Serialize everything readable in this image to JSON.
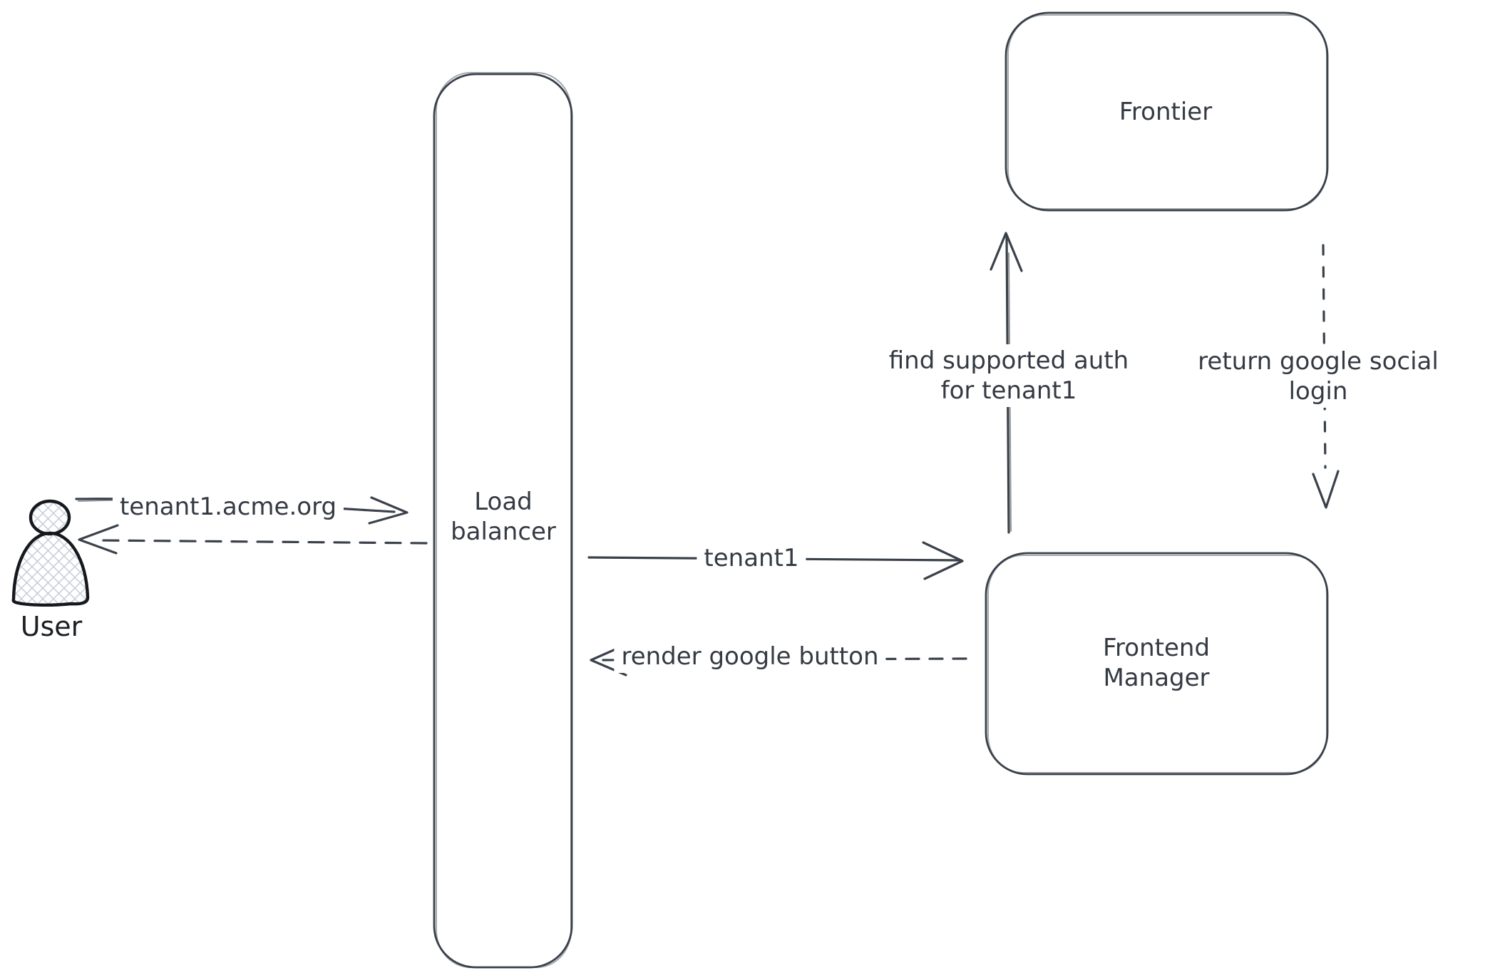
{
  "diagram": {
    "type": "architecture-flow-diagram",
    "background": "#ffffff",
    "colors": {
      "stroke": "#3a414b",
      "text": "#343a43",
      "actor_outline": "#15181d",
      "actor_hatch": "#c9d0da"
    },
    "actor": {
      "id": "user",
      "label": "User",
      "icon": "person-icon",
      "fill_pattern": "crosshatch"
    },
    "nodes": [
      {
        "id": "load-balancer",
        "label": "Load balancer",
        "label_lines": [
          "Load",
          "balancer"
        ],
        "shape": "tall-rounded-rect"
      },
      {
        "id": "frontier",
        "label": "Frontier",
        "shape": "rounded-rect"
      },
      {
        "id": "frontend-manager",
        "label": "Frontend Manager",
        "label_lines": [
          "Frontend",
          "Manager"
        ],
        "shape": "rounded-rect"
      }
    ],
    "edges": [
      {
        "id": "user-to-lb",
        "from": "user",
        "to": "load-balancer",
        "style": "solid",
        "direction": "right",
        "label": "tenant1.acme.org"
      },
      {
        "id": "lb-to-user",
        "from": "load-balancer",
        "to": "user",
        "style": "dashed",
        "direction": "left",
        "label": ""
      },
      {
        "id": "lb-to-fm",
        "from": "load-balancer",
        "to": "frontend-manager",
        "style": "solid",
        "direction": "right",
        "label": "tenant1"
      },
      {
        "id": "fm-to-lb",
        "from": "frontend-manager",
        "to": "load-balancer",
        "style": "dashed",
        "direction": "left",
        "label": "render google button"
      },
      {
        "id": "fm-to-frontier",
        "from": "frontend-manager",
        "to": "frontier",
        "style": "solid",
        "direction": "up",
        "label": "find supported auth for tenant1",
        "label_lines": [
          "find supported auth",
          "for tenant1"
        ]
      },
      {
        "id": "frontier-to-fm",
        "from": "frontier",
        "to": "frontend-manager",
        "style": "dashed",
        "direction": "down",
        "label": "return google social login",
        "label_lines": [
          "return google social",
          "login"
        ]
      }
    ]
  }
}
